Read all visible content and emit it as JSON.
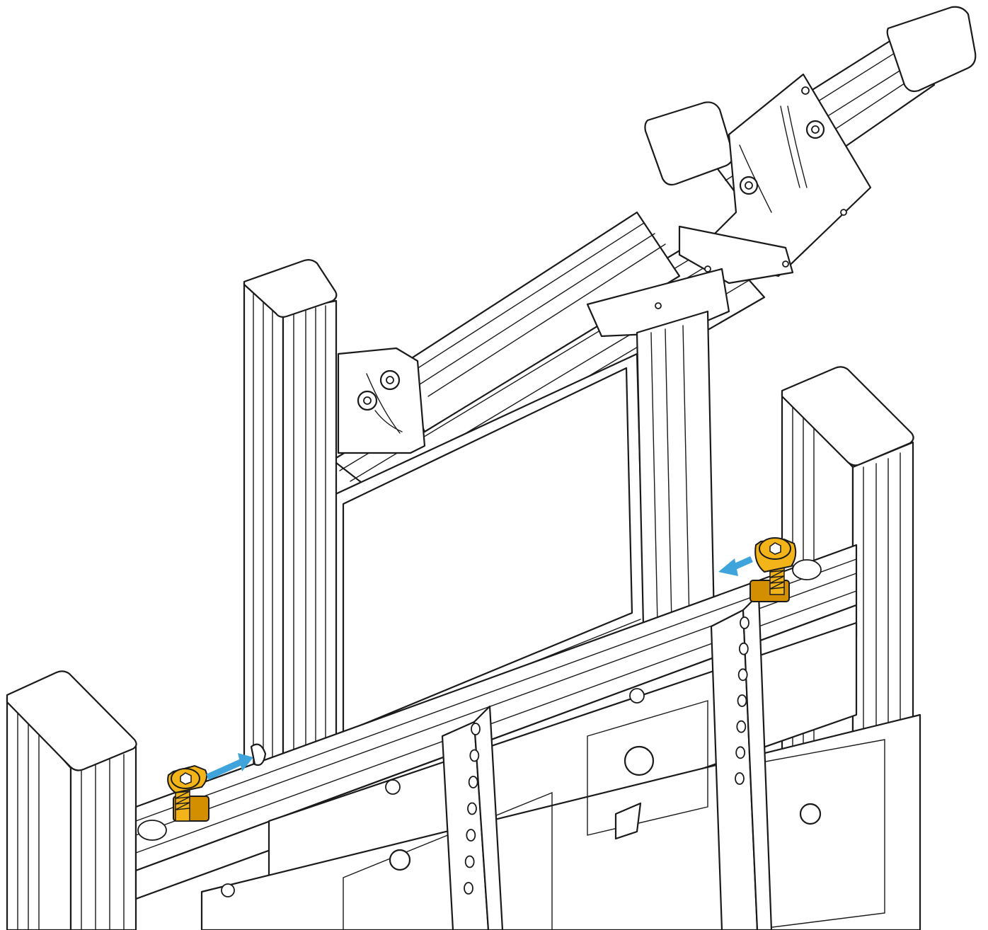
{
  "figure": {
    "description_role": "assembly-step-illustration",
    "colors": {
      "line": "#1a1a1a",
      "background": "#ffffff",
      "clamp_knob": "#f2b418",
      "clamp_knob_shadow": "#d48f00",
      "arrow": "#3fa4dc"
    },
    "icons": {
      "clamp": "thumb-screw-clamp-icon",
      "arrow": "direction-arrow-icon"
    },
    "arrows": {
      "left": {
        "direction": "toward-upright-right"
      },
      "right": {
        "direction": "toward-upright-left"
      }
    },
    "bracket_hole_count": 14
  }
}
